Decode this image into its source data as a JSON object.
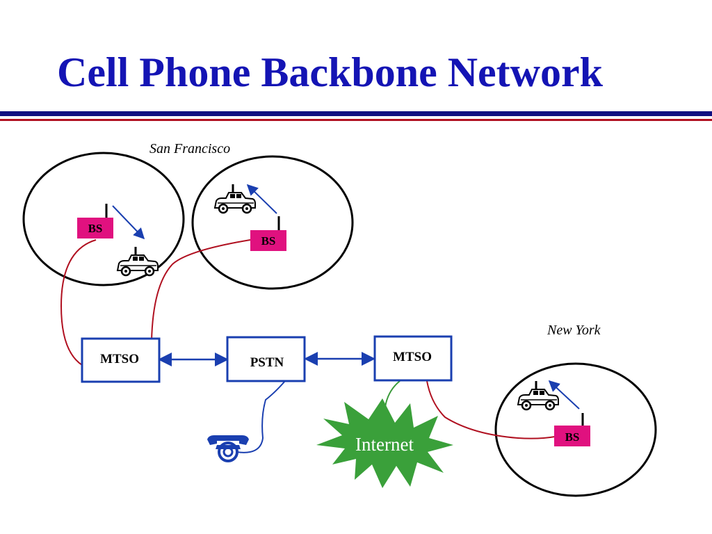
{
  "slide": {
    "title": "Cell Phone Backbone Network",
    "title_color": "#1414b4"
  },
  "regions": {
    "west_label": "San Francisco",
    "east_label": "New York"
  },
  "base_station_label": "BS",
  "nodes": {
    "mtso_west": "MTSO",
    "pstn": "PSTN",
    "mtso_east": "MTSO",
    "internet": "Internet"
  },
  "icons": [
    "car-icon",
    "antenna-icon",
    "telephone-icon",
    "starburst-icon"
  ],
  "colors": {
    "box_border": "#1a3fb0",
    "bs_fill": "#e0117f",
    "red_wire": "#b01020",
    "blue_wire": "#1a3fb0",
    "green_wire": "#3a9a3a",
    "internet_fill": "#3aa03a",
    "radio_arrow": "#1a3fb0"
  }
}
